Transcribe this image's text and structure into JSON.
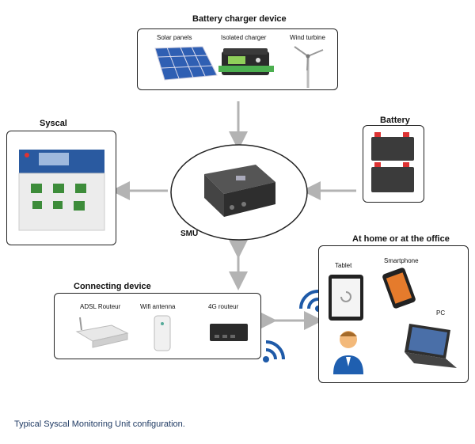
{
  "battery_charger": {
    "title": "Battery charger device",
    "items": [
      "Solar panels",
      "Isolated charger",
      "Wind turbine"
    ]
  },
  "syscal": {
    "title": "Syscal"
  },
  "battery": {
    "title": "Battery"
  },
  "smu": {
    "label": "SMU"
  },
  "connecting": {
    "title": "Connecting device",
    "items": [
      "ADSL Routeur",
      "Wifi antenna",
      "4G routeur"
    ]
  },
  "home": {
    "title": "At home or at the office",
    "items": [
      "Tablet",
      "Smartphone",
      "PC"
    ]
  },
  "caption": "Typical Syscal Monitoring Unit configuration.",
  "colors": {
    "arrow": "#b3b3b3",
    "wifi": "#1e5aa8",
    "border": "#222222"
  }
}
